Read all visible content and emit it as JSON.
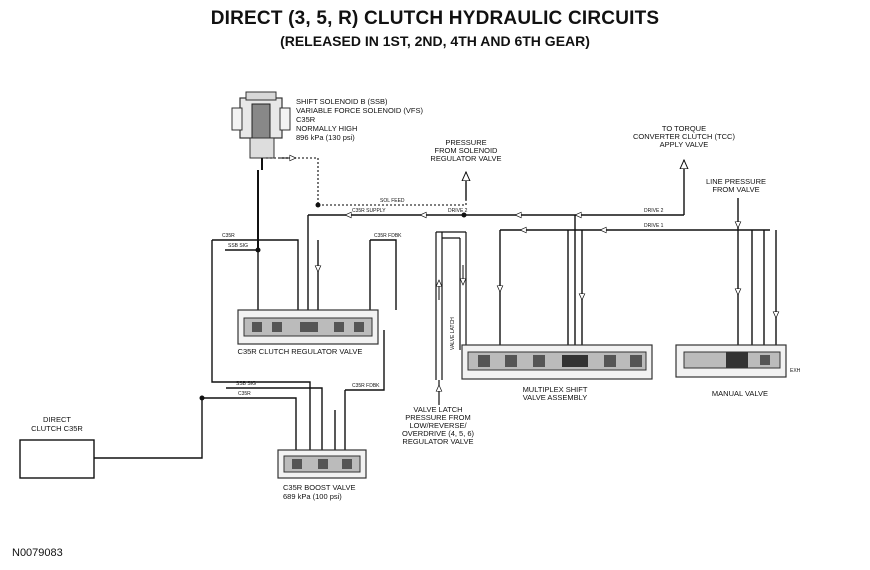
{
  "title": "DIRECT (3, 5, R) CLUTCH HYDRAULIC CIRCUITS",
  "subtitle": "(RELEASED IN 1ST, 2ND, 4TH AND 6TH GEAR)",
  "figure_id": "N0079083",
  "labels": {
    "solenoid": [
      "SHIFT SOLENOID B (SSB)",
      "VARIABLE FORCE SOLENOID (VFS)",
      "C35R",
      "NORMALLY HIGH",
      "896 kPa (130 psi)"
    ],
    "pressure_solenoid": [
      "PRESSURE",
      "FROM SOLENOID",
      "REGULATOR VALVE"
    ],
    "tcc": [
      "TO TORQUE",
      "CONVERTER CLUTCH (TCC)",
      "APPLY VALVE"
    ],
    "line_pressure": [
      "LINE PRESSURE",
      "FROM VALVE"
    ],
    "direct_clutch": [
      "DIRECT",
      "CLUTCH C35R"
    ],
    "regulator_valve": "C35R CLUTCH REGULATOR VALVE",
    "multiplex": [
      "MULTIPLEX SHIFT",
      "VALVE ASSEMBLY"
    ],
    "manual_valve": "MANUAL VALVE",
    "valve_latch": [
      "VALVE LATCH",
      "PRESSURE FROM",
      "LOW/REVERSE/",
      "OVERDRIVE (4, 5, 6)",
      "REGULATOR VALVE"
    ],
    "boost_valve": [
      "C35R BOOST VALVE",
      "689 kPa (100 psi)"
    ]
  },
  "line_labels": {
    "sol_feed": "SOL FEED",
    "c35r_supply": "C35R SUPPLY",
    "drive2": "DRIVE 2",
    "drive1": "DRIVE 1",
    "c35r": "C35R",
    "ssb_sig": "SSB SIG",
    "c35r_fdbk": "C35R FDBK",
    "exh": "EXH",
    "valve_latch": "VALVE LATCH"
  }
}
